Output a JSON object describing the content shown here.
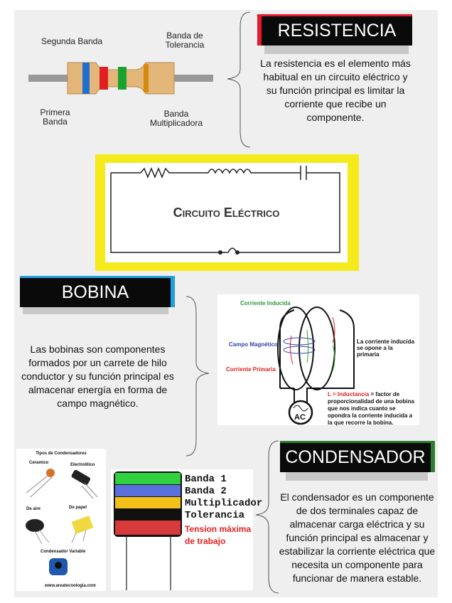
{
  "resistencia": {
    "title": "RESISTENCIA",
    "text": "La resistencia es el elemento más habitual en un circuito eléctrico y su función principal es limitar la corriente que recibe un componente.",
    "labels": {
      "segunda": "Segunda Banda",
      "tolerancia": "Banda de Tolerancia",
      "primera": "Primera Banda",
      "multiplicadora": "Banda Multiplicadora"
    },
    "accent": "#e8192c"
  },
  "circuito": {
    "title": "Circuito Eléctrico",
    "frame_color": "#f5ea1c"
  },
  "bobina": {
    "title": "BOBINA",
    "text": "Las bobinas son componentes formados por un carrete de hilo conductor y su función principal es almacenar energía en forma de campo magnético.",
    "accent": "#1ca0e0",
    "diagram": {
      "corriente_inducida": "Corriente Inducida",
      "campo": "Campo Magnético",
      "corriente_primaria": "Corriente Primaria",
      "opone": "La corriente inducida se opone a la primaria",
      "ac": "AC",
      "ind_label": "L = Inductancia",
      "ind_text": " = factor de proporcionalidad de una bobina que nos indica cuanto se opondra la corriente inducida a la que recorre la bobina."
    }
  },
  "condensador": {
    "title": "CONDENSADOR",
    "text": "El condensador es un componente de dos terminales capaz de almacenar carga eléctrica y su función principal es almacenar y estabilizar la corriente eléctrica que necesita un componente para funcionar de manera estable.",
    "accent": "#2e7d32",
    "tipos": {
      "title": "Tipos de Condensadores",
      "ceramico": "Ceramico",
      "electrolitico": "Electrolitico",
      "aire": "De aire",
      "papel": "De papel",
      "variable": "Condensador Variable",
      "web": "www.areatecnologia.com"
    },
    "bandas": [
      "Banda 1",
      "Banda 2",
      "Multiplicador",
      "Tolerancia"
    ],
    "tension": "Tensíon máxima de trabajo"
  }
}
